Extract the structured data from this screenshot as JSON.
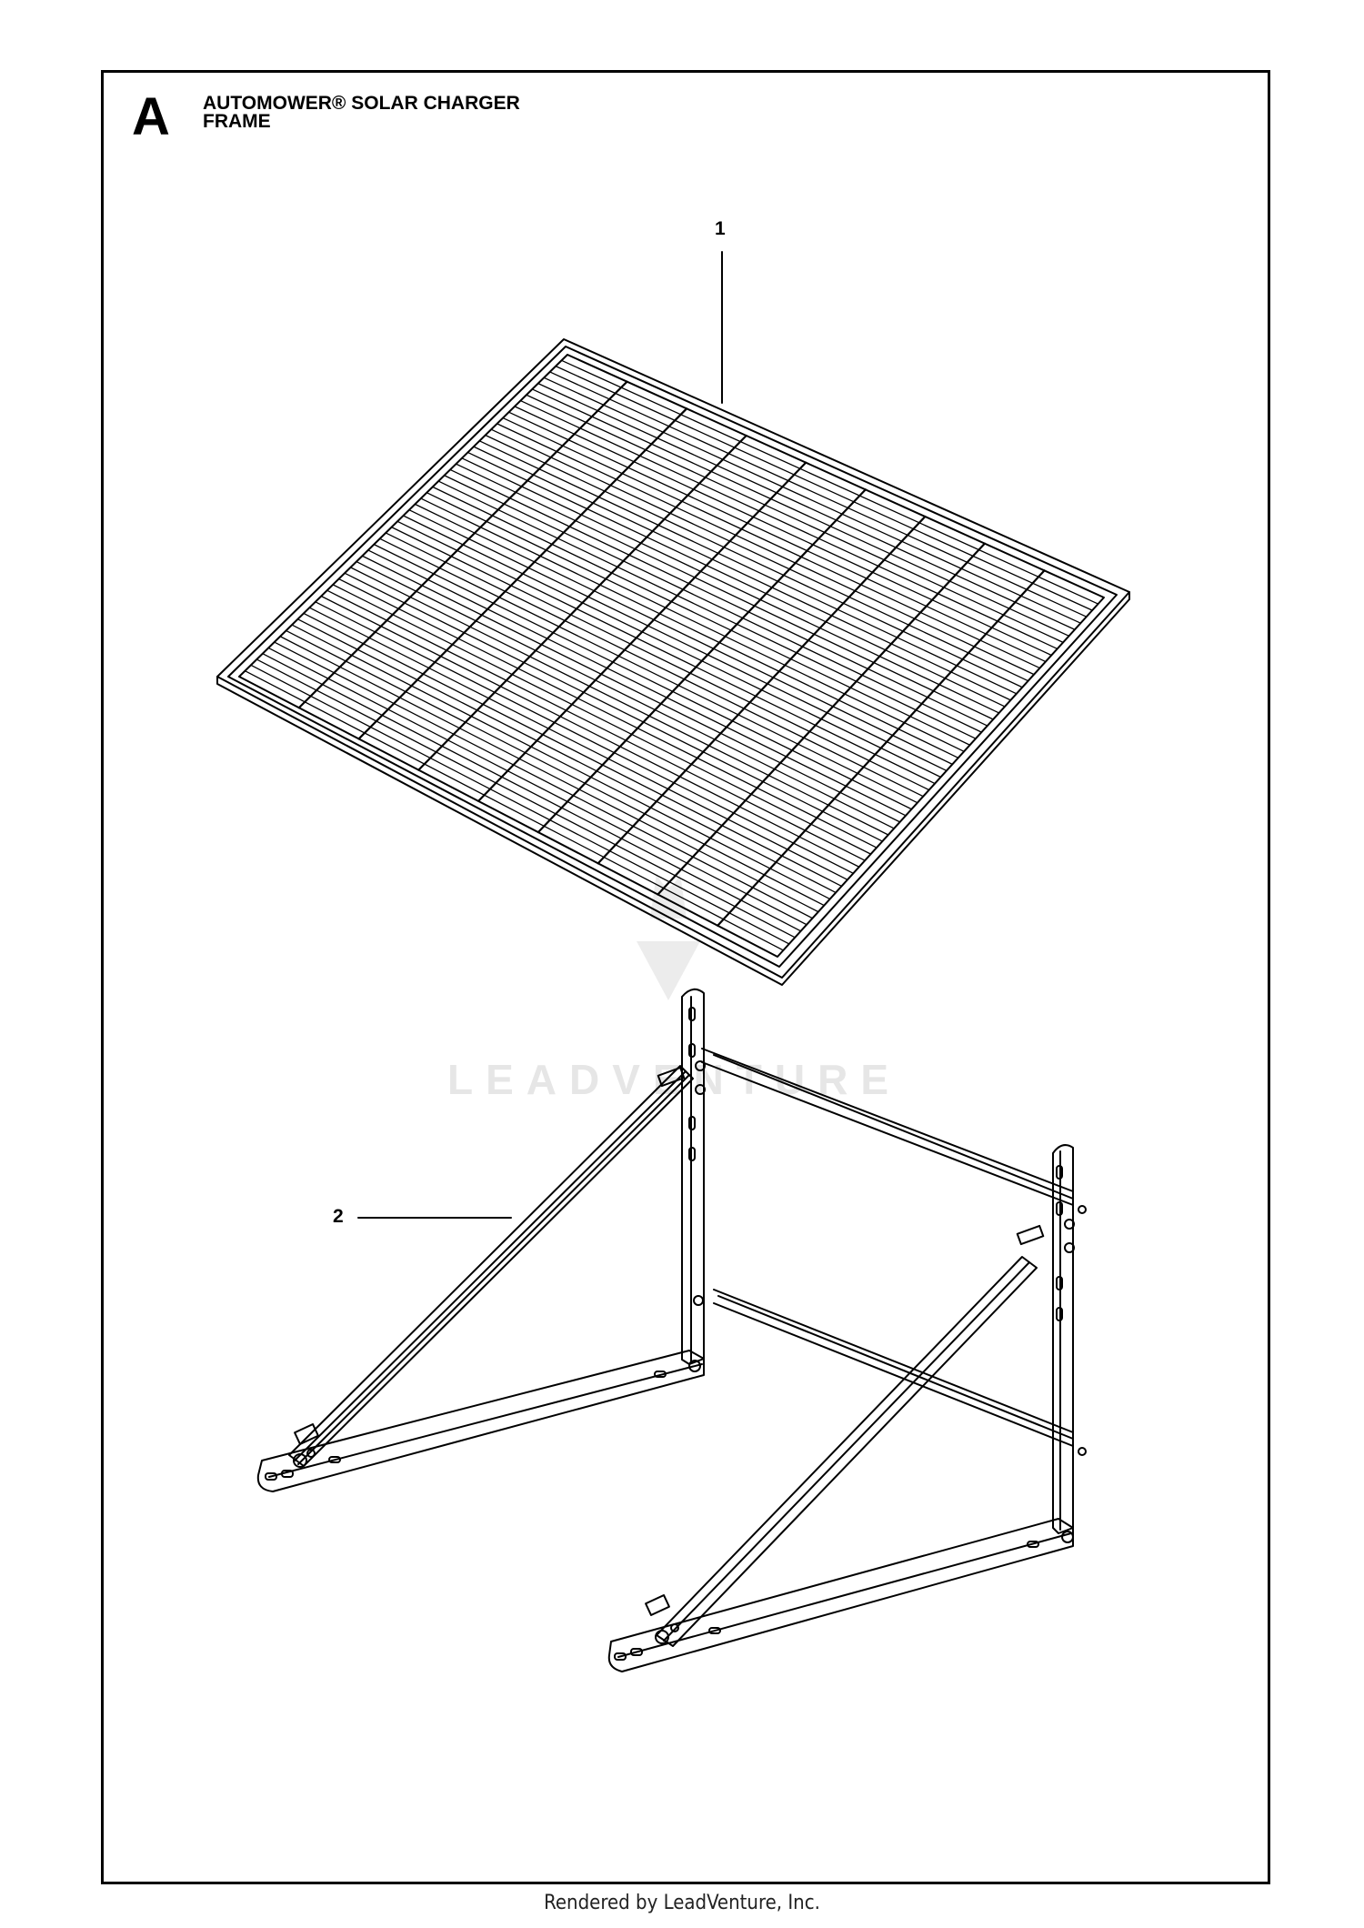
{
  "sheet": {
    "section_letter": "A",
    "title_line1": "AUTOMOWER® SOLAR CHARGER",
    "title_line2": "FRAME"
  },
  "callouts": [
    {
      "number": "1",
      "part": "solar-panel"
    },
    {
      "number": "2",
      "part": "mounting-frame"
    }
  ],
  "watermark": {
    "text": "LEADVENTURE"
  },
  "footer": {
    "text": "Rendered by LeadVenture, Inc."
  },
  "icons": [
    "leadventure-logo-icon"
  ]
}
